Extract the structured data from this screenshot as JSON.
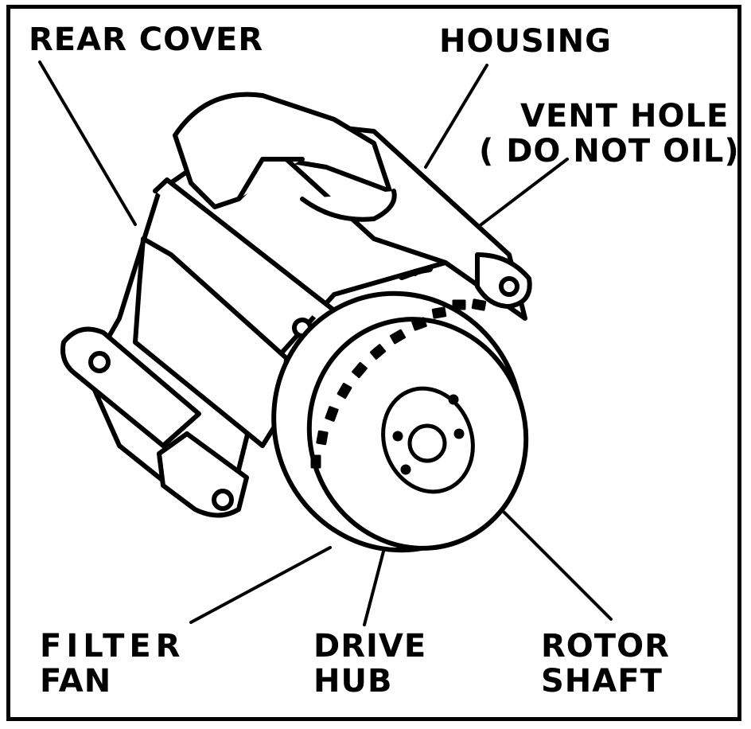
{
  "labels": {
    "rear_cover": "REAR COVER",
    "housing": "HOUSING",
    "vent_hole_line1": "VENT HOLE",
    "vent_hole_line2": "( DO NOT OIL)",
    "filter_fan_line1": "FILTER",
    "filter_fan_line2": "FAN",
    "drive_hub_line1": "DRIVE",
    "drive_hub_line2": "HUB",
    "rotor_shaft_line1": "ROTOR",
    "rotor_shaft_line2": "SHAFT"
  },
  "colors": {
    "ink": "#000000",
    "paper": "#ffffff"
  }
}
